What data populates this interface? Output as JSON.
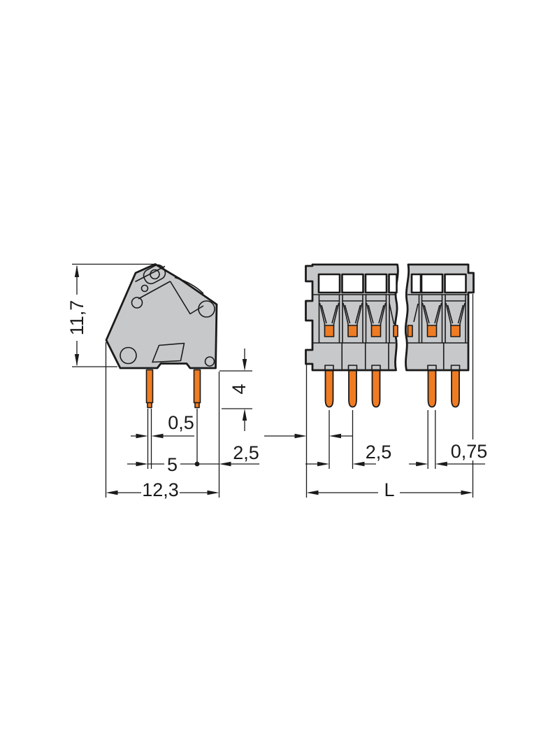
{
  "drawing": {
    "type": "terminal-block-dimension-drawing",
    "colors": {
      "background": "#FFFFFF",
      "outline": "#1A1A1A",
      "housing": "#C7C8CA",
      "contact": "#EF7C23"
    },
    "side_view": {
      "dimensions": {
        "height": "11,7",
        "pin_length": "4",
        "pin_width": "0,5",
        "pin_spacing": "5",
        "edge_to_pin": "2,5",
        "overall_width": "12,3"
      }
    },
    "front_view": {
      "dimensions": {
        "pole_pitch": "2,5",
        "pin_width": "0,75",
        "overall_length": "L"
      }
    }
  }
}
